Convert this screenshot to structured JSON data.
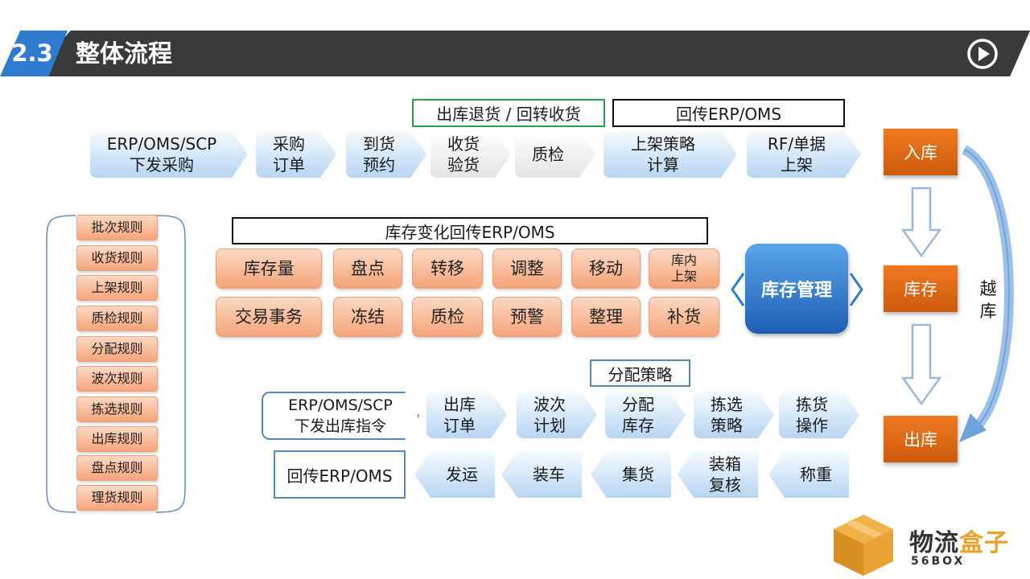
{
  "header": {
    "section_number": "2.3",
    "title": "整体流程"
  },
  "inbound": {
    "label_return": "出库退货 / 回转收货",
    "label_callback": "回传ERP/OMS",
    "steps": [
      "ERP/OMS/SCP\n下发采购",
      "采购\n订单",
      "到货\n预约",
      "收货\n验货",
      "质检",
      "上架策略\n计算",
      "RF/单据\n上架"
    ]
  },
  "inventory": {
    "label_callback": "库存变化回传ERP/OMS",
    "row1": [
      "库存量",
      "盘点",
      "转移",
      "调整",
      "移动",
      "库内\n上架"
    ],
    "row2": [
      "交易事务",
      "冻结",
      "质检",
      "预警",
      "整理",
      "补货"
    ],
    "center": "库存管理"
  },
  "rules": [
    "批次规则",
    "收货规则",
    "上架规则",
    "质检规则",
    "分配规则",
    "波次规则",
    "拣选规则",
    "出库规则",
    "盘点规则",
    "理货规则"
  ],
  "outbound": {
    "label_strategy": "分配策略",
    "steps": [
      "ERP/OMS/SCP\n下发出库指令",
      "出库\n订单",
      "波次\n计划",
      "分配\n库存",
      "拣选\n策略",
      "拣货\n操作"
    ],
    "return_steps": [
      "称重",
      "装箱\n复核",
      "集货",
      "装车",
      "发运"
    ],
    "callback": "回传ERP/OMS"
  },
  "stages": {
    "inbound": "入库",
    "inventory": "库存",
    "outbound": "出库",
    "crossdock": "越\n库"
  },
  "logo": {
    "cn_main": "物流",
    "cn_box": "盒子",
    "en": "56BOX"
  },
  "colors": {
    "header_dark": "#3a3a3a",
    "header_accent": "#2f7bd0",
    "stage_orange": "#e16d17",
    "center_blue": "#2a73c9",
    "green_frame": "#27a047"
  }
}
